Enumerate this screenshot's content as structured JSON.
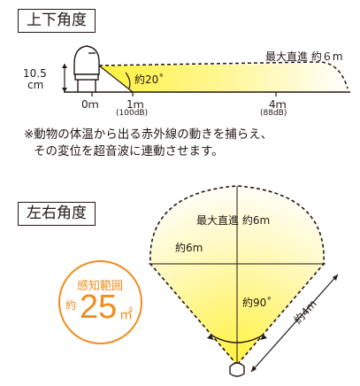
{
  "top_section": {
    "title": "上下角度",
    "height_value": "10.5",
    "height_unit": "cm",
    "max_range": "最大直進 約６m",
    "angle_label": "約20˚",
    "ticks": [
      {
        "label": "0ｍ",
        "sub": ""
      },
      {
        "label": "1ｍ",
        "sub": "(100dB)"
      },
      {
        "label": "4ｍ",
        "sub": "(88dB)"
      }
    ]
  },
  "note": {
    "line1": "※動物の体温から出る赤外線の動きを捕らえ、",
    "line2": "その変位を超音波に連動させます。"
  },
  "bottom_section": {
    "title": "左右角度",
    "max_range": "最大直進 約6m",
    "width_label": "約6m",
    "angle_label": "約90˚",
    "side_label": "約4m",
    "area_badge": {
      "title": "感知範囲",
      "prefix": "約",
      "value": "25",
      "unit": "㎡"
    }
  },
  "colors": {
    "orange": "#f08c1e",
    "yellow": "#fff23c",
    "text": "#231815"
  }
}
